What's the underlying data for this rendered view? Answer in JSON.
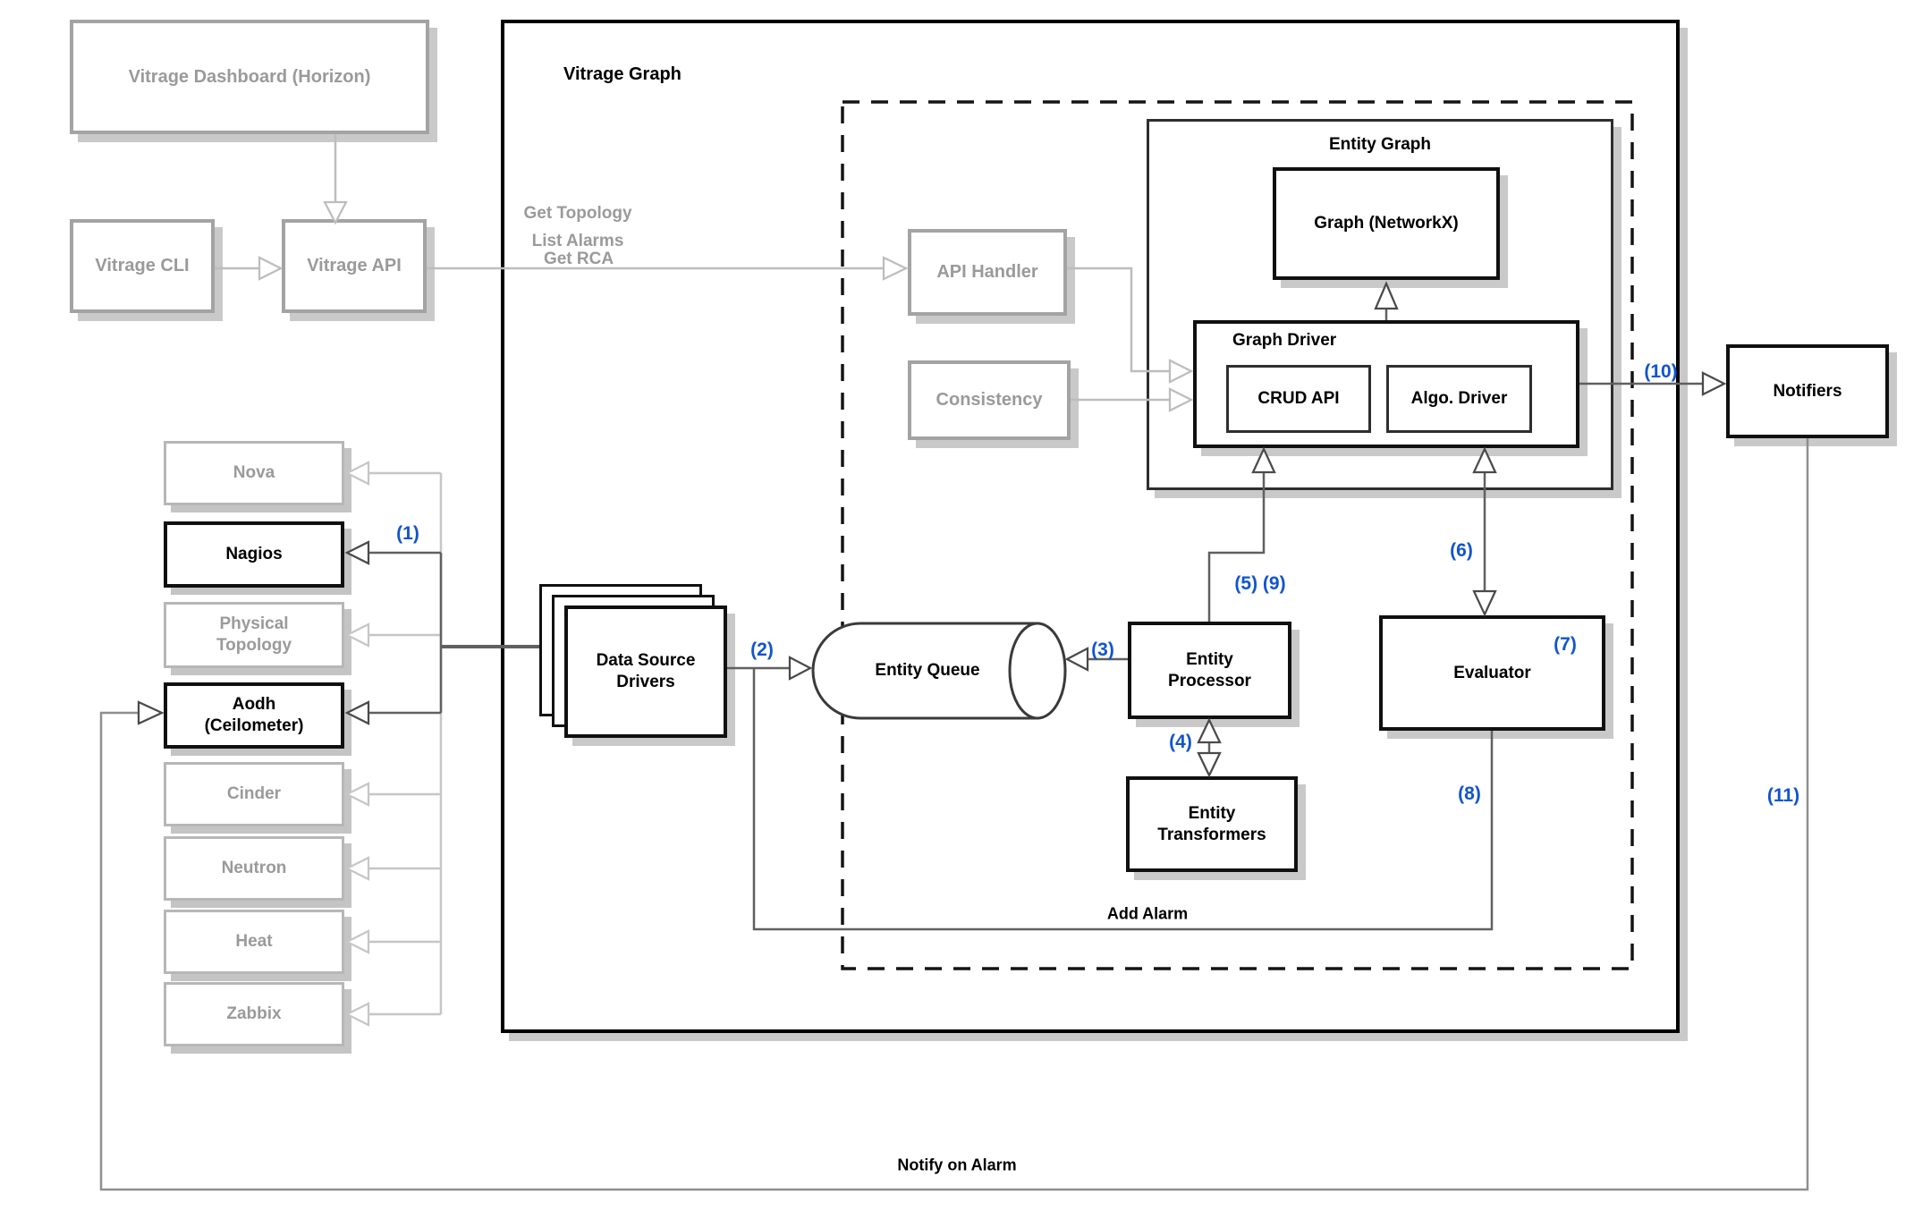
{
  "colors": {
    "accent_blue": "#1155CC",
    "gray_text": "#9a9a9a",
    "line_light": "#c6c6c6",
    "line_mid": "#bdbdbd",
    "line_dark": "#606060",
    "shadow": "#c9c9c9"
  },
  "external": {
    "dashboard": "Vitrage Dashboard (Horizon)",
    "cli": "Vitrage CLI",
    "api": "Vitrage API",
    "notifiers": "Notifiers"
  },
  "datasources": {
    "items": [
      {
        "label": "Nova"
      },
      {
        "label": "Nagios"
      },
      {
        "label": "Physical\nTopology"
      },
      {
        "label": "Aodh\n(Ceilometer)"
      },
      {
        "label": "Cinder"
      },
      {
        "label": "Neutron"
      },
      {
        "label": "Heat"
      },
      {
        "label": "Zabbix"
      }
    ]
  },
  "graph": {
    "container_label": "Vitrage Graph",
    "api_handler": "API Handler",
    "consistency": "Consistency",
    "entity_graph": "Entity Graph",
    "graph_networkx": "Graph (NetworkX)",
    "graph_driver": "Graph Driver",
    "crud_api": "CRUD API",
    "algo_driver": "Algo. Driver",
    "data_source_drivers": "Data Source\nDrivers",
    "entity_queue": "Entity Queue",
    "entity_processor": "Entity\nProcessor",
    "entity_transformers": "Entity\nTransformers",
    "evaluator": "Evaluator"
  },
  "flow_labels": {
    "get_topology": "Get Topology",
    "list_alarms": "List Alarms",
    "get_rca": "Get RCA",
    "add_alarm": "Add Alarm",
    "notify_on_alarm": "Notify on Alarm"
  },
  "step_labels": {
    "s1": "(1)",
    "s2": "(2)",
    "s3": "(3)",
    "s4": "(4)",
    "s5_9": "(5) (9)",
    "s6": "(6)",
    "s7": "(7)",
    "s8": "(8)",
    "s10": "(10)",
    "s11": "(11)"
  }
}
